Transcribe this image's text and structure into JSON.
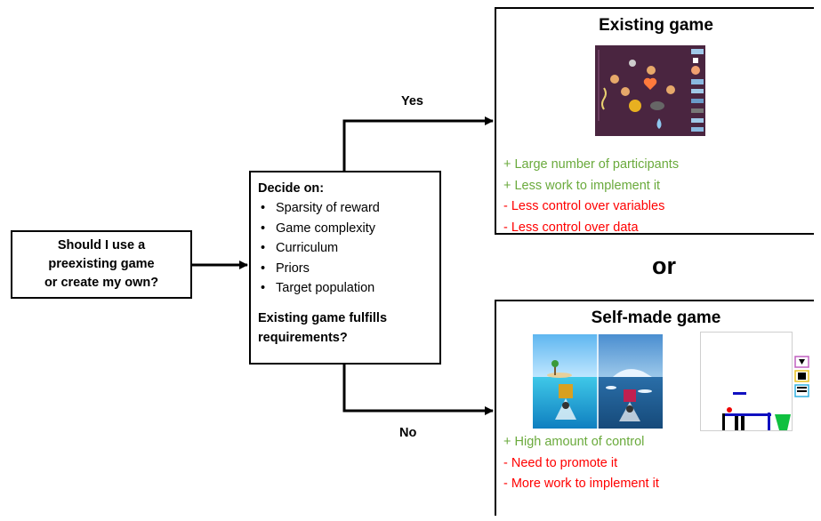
{
  "question": {
    "lines": [
      "Should I use a",
      "preexisting game",
      "or create my own?"
    ]
  },
  "decide": {
    "title": "Decide on:",
    "items": [
      "Sparsity of reward",
      "Game complexity",
      "Curriculum",
      "Priors",
      "Target population"
    ],
    "question_lines": [
      "Existing game fulfills",
      "requirements?"
    ]
  },
  "labels": {
    "yes": "Yes",
    "no": "No",
    "or": "or"
  },
  "existing_game": {
    "title": "Existing game",
    "pros": [
      "+ Large number of participants",
      "+ Less work to implement it"
    ],
    "cons": [
      "- Less control over variables",
      "- Less control over data"
    ]
  },
  "self_made_game": {
    "title": "Self-made game",
    "pros": [
      "+ High amount of control"
    ],
    "cons": [
      "- Need to promote it",
      "- More work to implement it"
    ]
  },
  "colors": {
    "pro": "#6aaa3c",
    "con": "#ff0000",
    "game_bg": "#4a2540"
  }
}
